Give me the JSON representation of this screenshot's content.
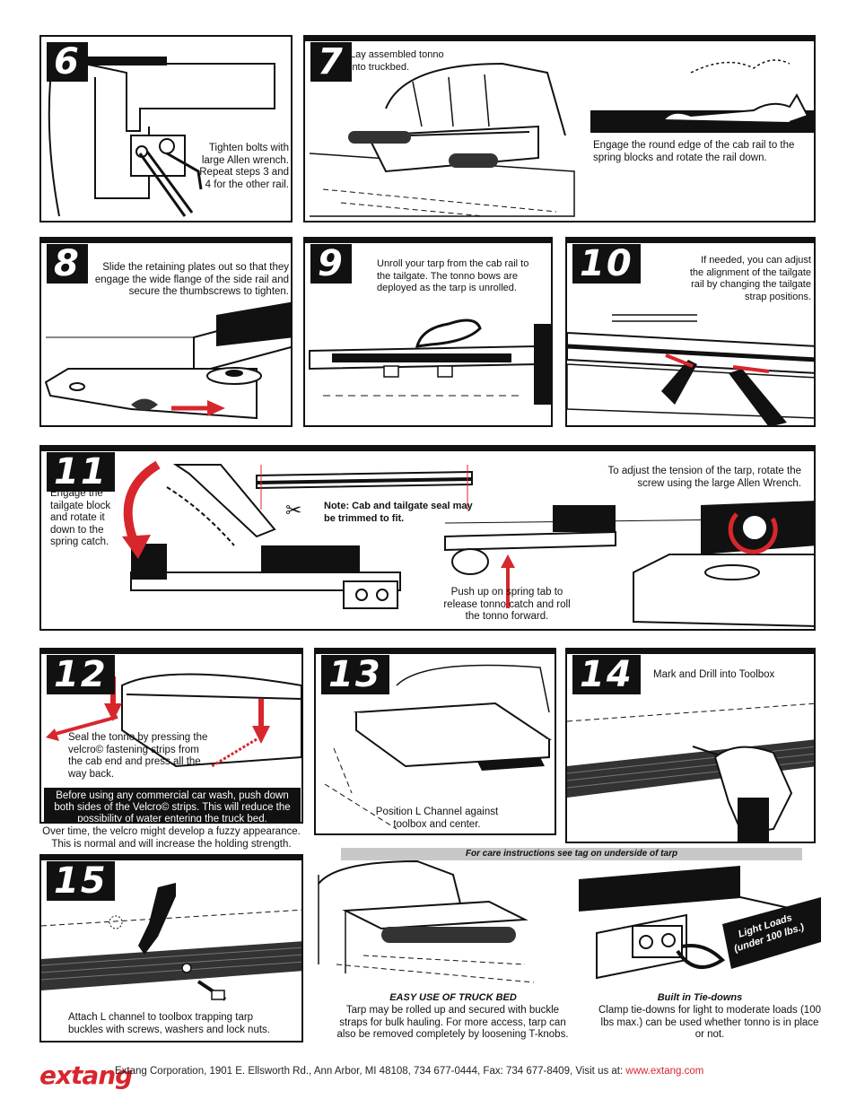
{
  "steps": {
    "s6": {
      "num": "6",
      "text": "Tighten bolts with large Allen wrench. Repeat steps 3 and 4 for the other rail."
    },
    "s7": {
      "num": "7",
      "text1": "Lay assembled tonno into truckbed.",
      "text2": "Engage the round edge of the cab rail to the spring blocks and rotate the rail down."
    },
    "s8": {
      "num": "8",
      "text": "Slide the retaining plates out so that they engage the wide flange of the side rail and secure the thumbscrews to tighten."
    },
    "s9": {
      "num": "9",
      "text": "Unroll your tarp from the cab rail to the tailgate. The tonno bows are deployed as the tarp is unrolled."
    },
    "s10": {
      "num": "10",
      "text": "If needed, you can adjust the alignment of the tailgate rail by changing the tailgate strap positions."
    },
    "s11": {
      "num": "11",
      "text1": "Engage the tailgate block and rotate it down to the spring catch.",
      "note": "Note: Cab and tailgate seal may be trimmed to fit.",
      "text2": "Push up on spring tab to release tonno catch and roll the tonno forward.",
      "text3": "To adjust the tension of the tarp, rotate the screw using the large Allen Wrench."
    },
    "s12": {
      "num": "12",
      "text": "Seal the tonno by pressing the velcro© fastening strips from the cab end and press all the way back.",
      "warning": "Before using any commercial car wash, push down both sides of the Velcro© strips. This will reduce the possibility of water entering the truck bed.",
      "after": "Over time, the velcro might develop a fuzzy appearance. This is normal and will increase the holding strength."
    },
    "s13": {
      "num": "13",
      "text": "Position L Channel against toolbox and center."
    },
    "s14": {
      "num": "14",
      "text": "Mark and Drill into Toolbox"
    },
    "s15": {
      "num": "15",
      "text": "Attach L channel to toolbox trapping tarp buckles with screws, washers and lock nuts."
    }
  },
  "care": "For care instructions see tag on underside of tarp",
  "easy": {
    "title": "EASY USE OF TRUCK BED",
    "text": "Tarp may be rolled up and secured with buckle straps for bulk hauling. For more access, tarp can also be removed completely by loosening T-knobs."
  },
  "tiedown": {
    "badge1": "Light Loads",
    "badge2": "(under 100 lbs.)",
    "title": "Built in Tie-downs",
    "text": "Clamp tie-downs for light to moderate loads (100 lbs max.) can be used whether tonno is in place or not."
  },
  "footer": {
    "logo": "extang",
    "address": "Extang Corporation, 1901 E. Ellsworth Rd., Ann Arbor, MI 48108, 734 677-0444, Fax: 734 677-8409, Visit us at:",
    "web": "www.extang.com"
  },
  "colors": {
    "accent": "#d8262d",
    "ink": "#111111",
    "grey": "#c8c8c8"
  }
}
